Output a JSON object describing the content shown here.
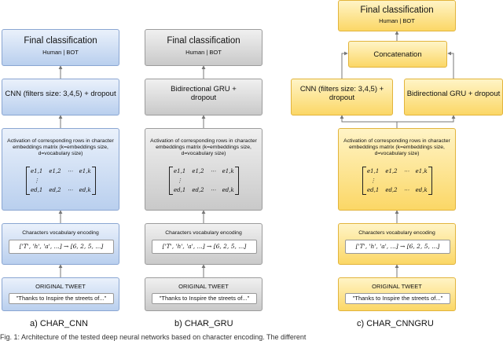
{
  "common": {
    "final_title": "Final classification",
    "final_sub": "Human | BOT",
    "activation": "Activation of corresponding rows in character embeddings matrix (k=embeddings size, d=vocabulary size)",
    "encoding_title": "Characters vocabulary encoding",
    "encoding_formula": "['T', 'h', 'a', ...] → [6, 2, 5, ...]",
    "original_title": "ORIGINAL TWEET",
    "tweet_text": "\"Thanks to Inspire the streets of...\""
  },
  "matrix": {
    "rows": [
      [
        "e1,1",
        "e1,2",
        "⋯",
        "e1,k"
      ],
      [
        "⋮",
        "",
        "",
        ""
      ],
      [
        "ed,1",
        "ed,2",
        "⋯",
        "ed,k"
      ]
    ]
  },
  "panels": {
    "a": {
      "layer": "CNN (filters size: 3,4,5) + dropout",
      "label": "a) CHAR_CNN"
    },
    "b": {
      "layer": "Bidirectional GRU + dropout",
      "label": "b) CHAR_GRU"
    },
    "c": {
      "concat": "Concatenation",
      "cnn_layer": "CNN (filters size: 3,4,5) + dropout",
      "gru_layer": "Bidirectional GRU + dropout",
      "label": "c) CHAR_CNNGRU"
    }
  },
  "caption": "Fig. 1: Architecture of the tested deep neural networks based on character encoding. The different"
}
